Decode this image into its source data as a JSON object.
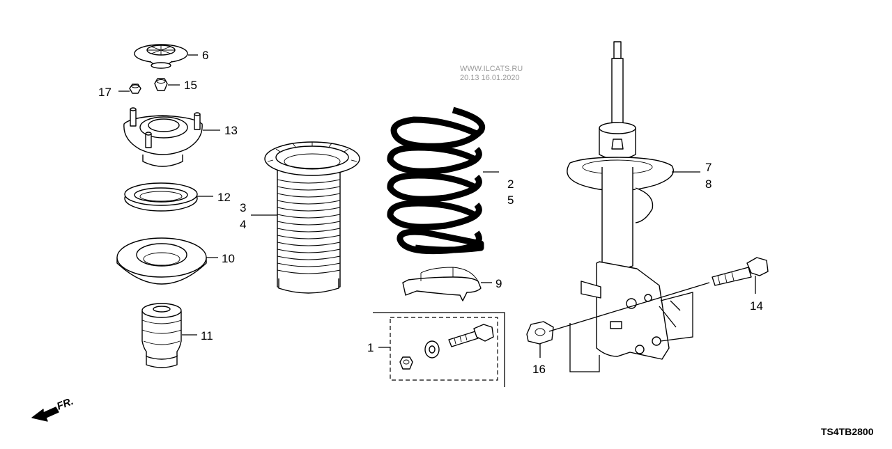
{
  "watermark": {
    "line1": "WWW.ILCATS.RU",
    "line2": "20.13 16.01.2020"
  },
  "diagram_code": "TS4TB2800",
  "direction_label": "FR.",
  "callouts": {
    "p1": "1",
    "p2": "2",
    "p3": "3",
    "p4": "4",
    "p5": "5",
    "p6": "6",
    "p7": "7",
    "p8": "8",
    "p9": "9",
    "p10": "10",
    "p11": "11",
    "p12": "12",
    "p13": "13",
    "p14": "14",
    "p15": "15",
    "p16": "16",
    "p17": "17"
  }
}
